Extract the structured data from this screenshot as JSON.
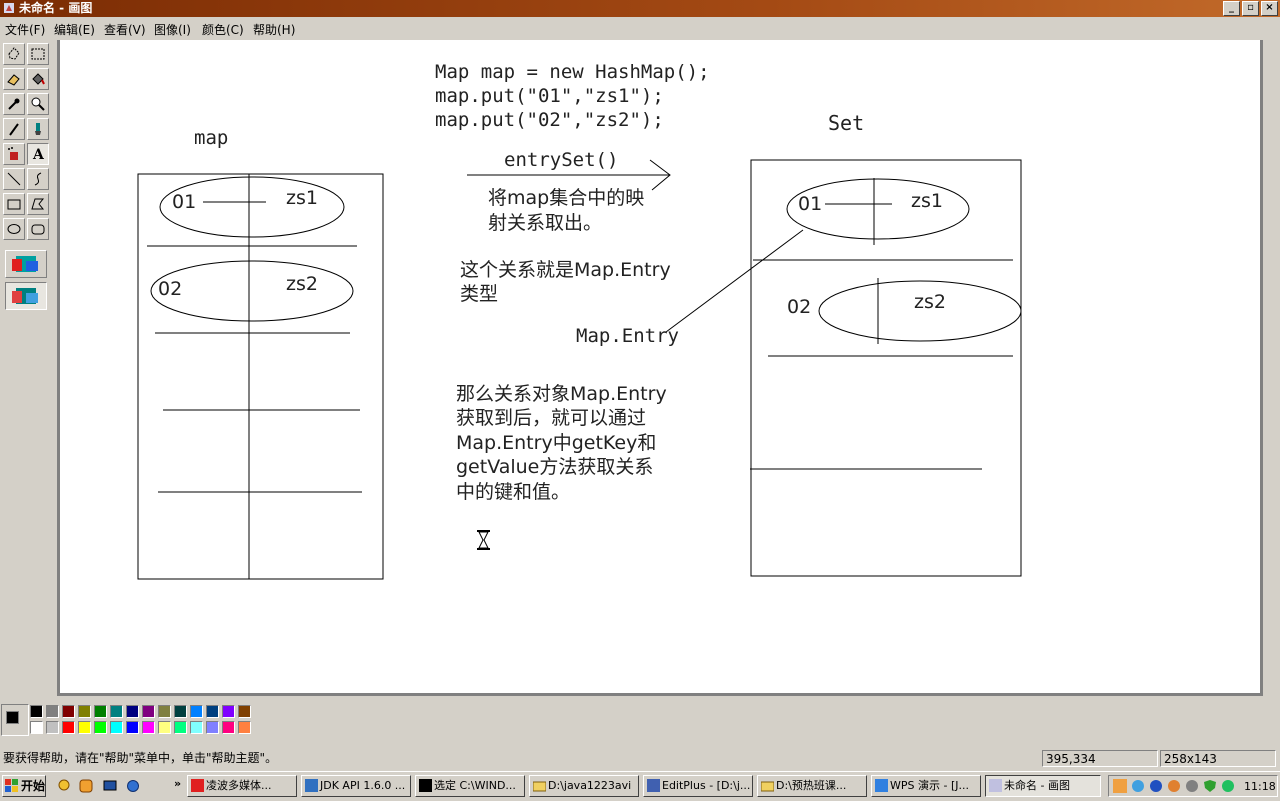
{
  "window": {
    "title": "未命名 - 画图",
    "minimize": "_",
    "restore": "▫",
    "close": "×"
  },
  "menu": [
    "文件(F)",
    "编辑(E)",
    "查看(V)",
    "图像(I)",
    "颜色(C)",
    "帮助(H)"
  ],
  "drawing": {
    "code_line1": "Map map = new HashMap();",
    "code_line2": "map.put(\"01\",\"zs1\");",
    "code_line3": "map.put(\"02\",\"zs2\");",
    "map_label": "map",
    "set_label": "Set",
    "entryset_label": "entrySet()",
    "note1_line1": "将map集合中的映",
    "note1_line2": "射关系取出。",
    "note2_line1": "这个关系就是Map.Entry",
    "note2_line2": "类型",
    "map_entry_label": "Map.Entry",
    "note3_line1": "那么关系对象Map.Entry",
    "note3_line2": "获取到后，就可以通过",
    "note3_line3": "Map.Entry中getKey和",
    "note3_line4": "getValue方法获取关系",
    "note3_line5": "中的键和值。",
    "map_key1": "01",
    "map_val1": "zs1",
    "map_key2": "02",
    "map_val2": "zs2",
    "set_key1": "01",
    "set_val1": "zs1",
    "set_key2": "02",
    "set_val2": "zs2"
  },
  "palette": {
    "foreground": "#000000",
    "background": "#ffffff",
    "row1": [
      "#000000",
      "#808080",
      "#800000",
      "#808000",
      "#008000",
      "#008080",
      "#000080",
      "#800080",
      "#808040",
      "#004040",
      "#0080ff",
      "#004080",
      "#8000ff",
      "#804000"
    ],
    "row2": [
      "#ffffff",
      "#c0c0c0",
      "#ff0000",
      "#ffff00",
      "#00ff00",
      "#00ffff",
      "#0000ff",
      "#ff00ff",
      "#ffff80",
      "#00ff80",
      "#80ffff",
      "#8080ff",
      "#ff0080",
      "#ff8040"
    ]
  },
  "status": {
    "help_text": "要获得帮助，请在\"帮助\"菜单中，单击\"帮助主题\"。",
    "cursor_pos": "395,334",
    "selection_size": "258x143"
  },
  "taskbar": {
    "start": "开始",
    "overflow": "»",
    "tasks": [
      "凌波多媒体...",
      "JDK API 1.6.0 ...",
      "选定 C:\\WIND...",
      "D:\\java1223avi",
      "EditPlus - [D:\\j...",
      "D:\\预热班课...",
      "WPS 演示 - [J...",
      "未命名 - 画图"
    ],
    "clock": "11:18"
  }
}
